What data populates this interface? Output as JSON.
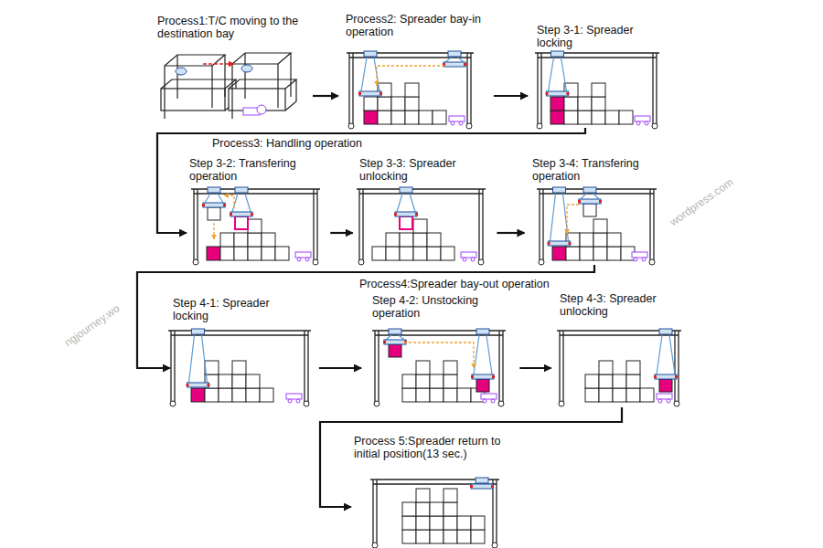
{
  "diagram": {
    "nodes": [
      {
        "text": [
          "Process1:T/C moving to the destination bay"
        ]
      },
      {
        "text": [
          "Process2: Spreader bay-in operation"
        ]
      },
      {
        "text": [
          "Step 3-1: Spreader locking"
        ]
      },
      {
        "text": [
          "Step 3-2: Transfering operation"
        ]
      },
      {
        "text": [
          "Step 3-3: Spreader unlocking"
        ]
      },
      {
        "text": [
          "Step 3-4: Transfering operation"
        ]
      },
      {
        "text": [
          "Step 4-1: Spreader locking"
        ]
      },
      {
        "text": [
          "Step 4-2: Unstocking operation"
        ]
      },
      {
        "text": [
          "Step 4-3: Spreader unlocking"
        ]
      },
      {
        "text": [
          "Process 5:Spreader return to initial position(13 sec.)"
        ]
      }
    ],
    "edges": [
      {
        "from": 0,
        "to": 1,
        "arrow": "to"
      },
      {
        "from": 1,
        "to": 2,
        "arrow": "to"
      },
      {
        "from": 2,
        "to": 3,
        "arrow": "to"
      },
      {
        "from": 3,
        "to": 4,
        "arrow": "to"
      },
      {
        "from": 4,
        "to": 5,
        "arrow": "to"
      },
      {
        "from": 5,
        "to": 6,
        "arrow": "to"
      },
      {
        "from": 6,
        "to": 7,
        "arrow": "to"
      },
      {
        "from": 7,
        "to": 8,
        "arrow": "to"
      },
      {
        "from": 8,
        "to": 9,
        "arrow": "to"
      }
    ],
    "labels": [
      "Process3: Handling operation",
      "Process4:Spreader bay-out operation",
      "ngjourney.wo",
      "wordpress.com"
    ]
  }
}
